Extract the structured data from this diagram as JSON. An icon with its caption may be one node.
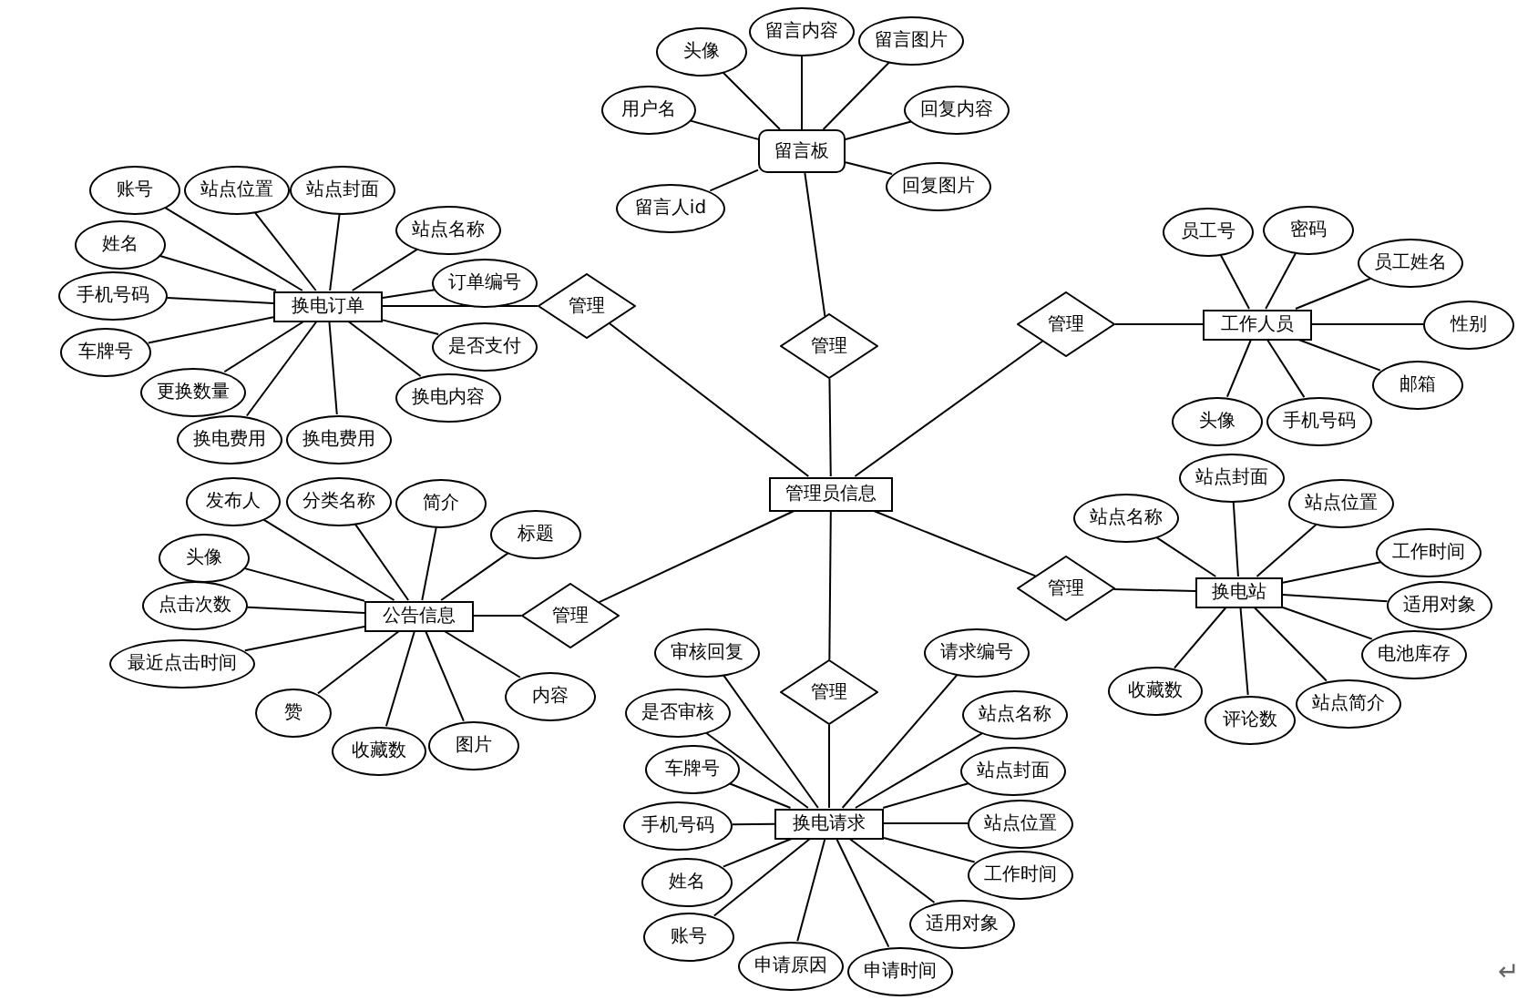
{
  "diagram": {
    "nodes": [
      {
        "text": [
          "管理员信息"
        ]
      },
      {
        "text": [
          "留言板"
        ]
      },
      {
        "text": [
          "换电订单"
        ]
      },
      {
        "text": [
          "工作人员"
        ]
      },
      {
        "text": [
          "公告信息"
        ]
      },
      {
        "text": [
          "换电站"
        ]
      },
      {
        "text": [
          "换电请求"
        ]
      },
      {
        "text": [
          "管理"
        ]
      },
      {
        "text": [
          "管理"
        ]
      },
      {
        "text": [
          "管理"
        ]
      },
      {
        "text": [
          "管理"
        ]
      },
      {
        "text": [
          "管理"
        ]
      },
      {
        "text": [
          "管理"
        ]
      },
      {
        "text": [
          "头像"
        ]
      },
      {
        "text": [
          "留言内容"
        ]
      },
      {
        "text": [
          "留言图片"
        ]
      },
      {
        "text": [
          "用户名"
        ]
      },
      {
        "text": [
          "回复内容"
        ]
      },
      {
        "text": [
          "回复图片"
        ]
      },
      {
        "text": [
          "留言人id"
        ]
      },
      {
        "text": [
          "账号"
        ]
      },
      {
        "text": [
          "站点位置"
        ]
      },
      {
        "text": [
          "站点封面"
        ]
      },
      {
        "text": [
          "站点名称"
        ]
      },
      {
        "text": [
          "订单编号"
        ]
      },
      {
        "text": [
          "姓名"
        ]
      },
      {
        "text": [
          "手机号码"
        ]
      },
      {
        "text": [
          "车牌号"
        ]
      },
      {
        "text": [
          "更换数量"
        ]
      },
      {
        "text": [
          "是否支付"
        ]
      },
      {
        "text": [
          "换电内容"
        ]
      },
      {
        "text": [
          "换电费用"
        ]
      },
      {
        "text": [
          "换电费用"
        ]
      },
      {
        "text": [
          "员工号"
        ]
      },
      {
        "text": [
          "密码"
        ]
      },
      {
        "text": [
          "员工姓名"
        ]
      },
      {
        "text": [
          "性别"
        ]
      },
      {
        "text": [
          "邮箱"
        ]
      },
      {
        "text": [
          "头像"
        ]
      },
      {
        "text": [
          "手机号码"
        ]
      },
      {
        "text": [
          "发布人"
        ]
      },
      {
        "text": [
          "分类名称"
        ]
      },
      {
        "text": [
          "简介"
        ]
      },
      {
        "text": [
          "标题"
        ]
      },
      {
        "text": [
          "头像"
        ]
      },
      {
        "text": [
          "点击次数"
        ]
      },
      {
        "text": [
          "最近点击时间"
        ]
      },
      {
        "text": [
          "赞"
        ]
      },
      {
        "text": [
          "收藏数"
        ]
      },
      {
        "text": [
          "图片"
        ]
      },
      {
        "text": [
          "内容"
        ]
      },
      {
        "text": [
          "站点名称"
        ]
      },
      {
        "text": [
          "站点封面"
        ]
      },
      {
        "text": [
          "站点位置"
        ]
      },
      {
        "text": [
          "工作时间"
        ]
      },
      {
        "text": [
          "适用对象"
        ]
      },
      {
        "text": [
          "电池库存"
        ]
      },
      {
        "text": [
          "站点简介"
        ]
      },
      {
        "text": [
          "评论数"
        ]
      },
      {
        "text": [
          "收藏数"
        ]
      },
      {
        "text": [
          "审核回复"
        ]
      },
      {
        "text": [
          "是否审核"
        ]
      },
      {
        "text": [
          "车牌号"
        ]
      },
      {
        "text": [
          "手机号码"
        ]
      },
      {
        "text": [
          "姓名"
        ]
      },
      {
        "text": [
          "账号"
        ]
      },
      {
        "text": [
          "申请原因"
        ]
      },
      {
        "text": [
          "申请时间"
        ]
      },
      {
        "text": [
          "适用对象"
        ]
      },
      {
        "text": [
          "工作时间"
        ]
      },
      {
        "text": [
          "站点位置"
        ]
      },
      {
        "text": [
          "站点封面"
        ]
      },
      {
        "text": [
          "站点名称"
        ]
      },
      {
        "text": [
          "请求编号"
        ]
      }
    ],
    "edges": [
      {
        "from": 1,
        "to": 7,
        "arrow": "none"
      },
      {
        "from": 7,
        "to": 0,
        "arrow": "none"
      },
      {
        "from": 2,
        "to": 8,
        "arrow": "none"
      },
      {
        "from": 8,
        "to": 0,
        "arrow": "none"
      },
      {
        "from": 3,
        "to": 9,
        "arrow": "none"
      },
      {
        "from": 9,
        "to": 0,
        "arrow": "none"
      },
      {
        "from": 4,
        "to": 10,
        "arrow": "none"
      },
      {
        "from": 10,
        "to": 0,
        "arrow": "none"
      },
      {
        "from": 5,
        "to": 11,
        "arrow": "none"
      },
      {
        "from": 11,
        "to": 0,
        "arrow": "none"
      },
      {
        "from": 6,
        "to": 12,
        "arrow": "none"
      },
      {
        "from": 12,
        "to": 0,
        "arrow": "none"
      },
      {
        "from": 1,
        "to": 13,
        "arrow": "none"
      },
      {
        "from": 1,
        "to": 14,
        "arrow": "none"
      },
      {
        "from": 1,
        "to": 15,
        "arrow": "none"
      },
      {
        "from": 1,
        "to": 16,
        "arrow": "none"
      },
      {
        "from": 1,
        "to": 17,
        "arrow": "none"
      },
      {
        "from": 1,
        "to": 18,
        "arrow": "none"
      },
      {
        "from": 1,
        "to": 19,
        "arrow": "none"
      },
      {
        "from": 2,
        "to": 20,
        "arrow": "none"
      },
      {
        "from": 2,
        "to": 21,
        "arrow": "none"
      },
      {
        "from": 2,
        "to": 22,
        "arrow": "none"
      },
      {
        "from": 2,
        "to": 23,
        "arrow": "none"
      },
      {
        "from": 2,
        "to": 24,
        "arrow": "none"
      },
      {
        "from": 2,
        "to": 25,
        "arrow": "none"
      },
      {
        "from": 2,
        "to": 26,
        "arrow": "none"
      },
      {
        "from": 2,
        "to": 27,
        "arrow": "none"
      },
      {
        "from": 2,
        "to": 28,
        "arrow": "none"
      },
      {
        "from": 2,
        "to": 29,
        "arrow": "none"
      },
      {
        "from": 2,
        "to": 30,
        "arrow": "none"
      },
      {
        "from": 2,
        "to": 31,
        "arrow": "none"
      },
      {
        "from": 2,
        "to": 32,
        "arrow": "none"
      },
      {
        "from": 3,
        "to": 33,
        "arrow": "none"
      },
      {
        "from": 3,
        "to": 34,
        "arrow": "none"
      },
      {
        "from": 3,
        "to": 35,
        "arrow": "none"
      },
      {
        "from": 3,
        "to": 36,
        "arrow": "none"
      },
      {
        "from": 3,
        "to": 37,
        "arrow": "none"
      },
      {
        "from": 3,
        "to": 38,
        "arrow": "none"
      },
      {
        "from": 3,
        "to": 39,
        "arrow": "none"
      },
      {
        "from": 4,
        "to": 40,
        "arrow": "none"
      },
      {
        "from": 4,
        "to": 41,
        "arrow": "none"
      },
      {
        "from": 4,
        "to": 42,
        "arrow": "none"
      },
      {
        "from": 4,
        "to": 43,
        "arrow": "none"
      },
      {
        "from": 4,
        "to": 44,
        "arrow": "none"
      },
      {
        "from": 4,
        "to": 45,
        "arrow": "none"
      },
      {
        "from": 4,
        "to": 46,
        "arrow": "none"
      },
      {
        "from": 4,
        "to": 47,
        "arrow": "none"
      },
      {
        "from": 4,
        "to": 48,
        "arrow": "none"
      },
      {
        "from": 4,
        "to": 49,
        "arrow": "none"
      },
      {
        "from": 4,
        "to": 50,
        "arrow": "none"
      },
      {
        "from": 5,
        "to": 51,
        "arrow": "none"
      },
      {
        "from": 5,
        "to": 52,
        "arrow": "none"
      },
      {
        "from": 5,
        "to": 53,
        "arrow": "none"
      },
      {
        "from": 5,
        "to": 54,
        "arrow": "none"
      },
      {
        "from": 5,
        "to": 55,
        "arrow": "none"
      },
      {
        "from": 5,
        "to": 56,
        "arrow": "none"
      },
      {
        "from": 5,
        "to": 57,
        "arrow": "none"
      },
      {
        "from": 5,
        "to": 58,
        "arrow": "none"
      },
      {
        "from": 5,
        "to": 59,
        "arrow": "none"
      },
      {
        "from": 6,
        "to": 60,
        "arrow": "none"
      },
      {
        "from": 6,
        "to": 61,
        "arrow": "none"
      },
      {
        "from": 6,
        "to": 62,
        "arrow": "none"
      },
      {
        "from": 6,
        "to": 63,
        "arrow": "none"
      },
      {
        "from": 6,
        "to": 64,
        "arrow": "none"
      },
      {
        "from": 6,
        "to": 65,
        "arrow": "none"
      },
      {
        "from": 6,
        "to": 66,
        "arrow": "none"
      },
      {
        "from": 6,
        "to": 67,
        "arrow": "none"
      },
      {
        "from": 6,
        "to": 68,
        "arrow": "none"
      },
      {
        "from": 6,
        "to": 69,
        "arrow": "none"
      },
      {
        "from": 6,
        "to": 70,
        "arrow": "none"
      },
      {
        "from": 6,
        "to": 71,
        "arrow": "none"
      },
      {
        "from": 6,
        "to": 72,
        "arrow": "none"
      },
      {
        "from": 6,
        "to": 73,
        "arrow": "none"
      }
    ],
    "labels": [
      "↵"
    ]
  }
}
